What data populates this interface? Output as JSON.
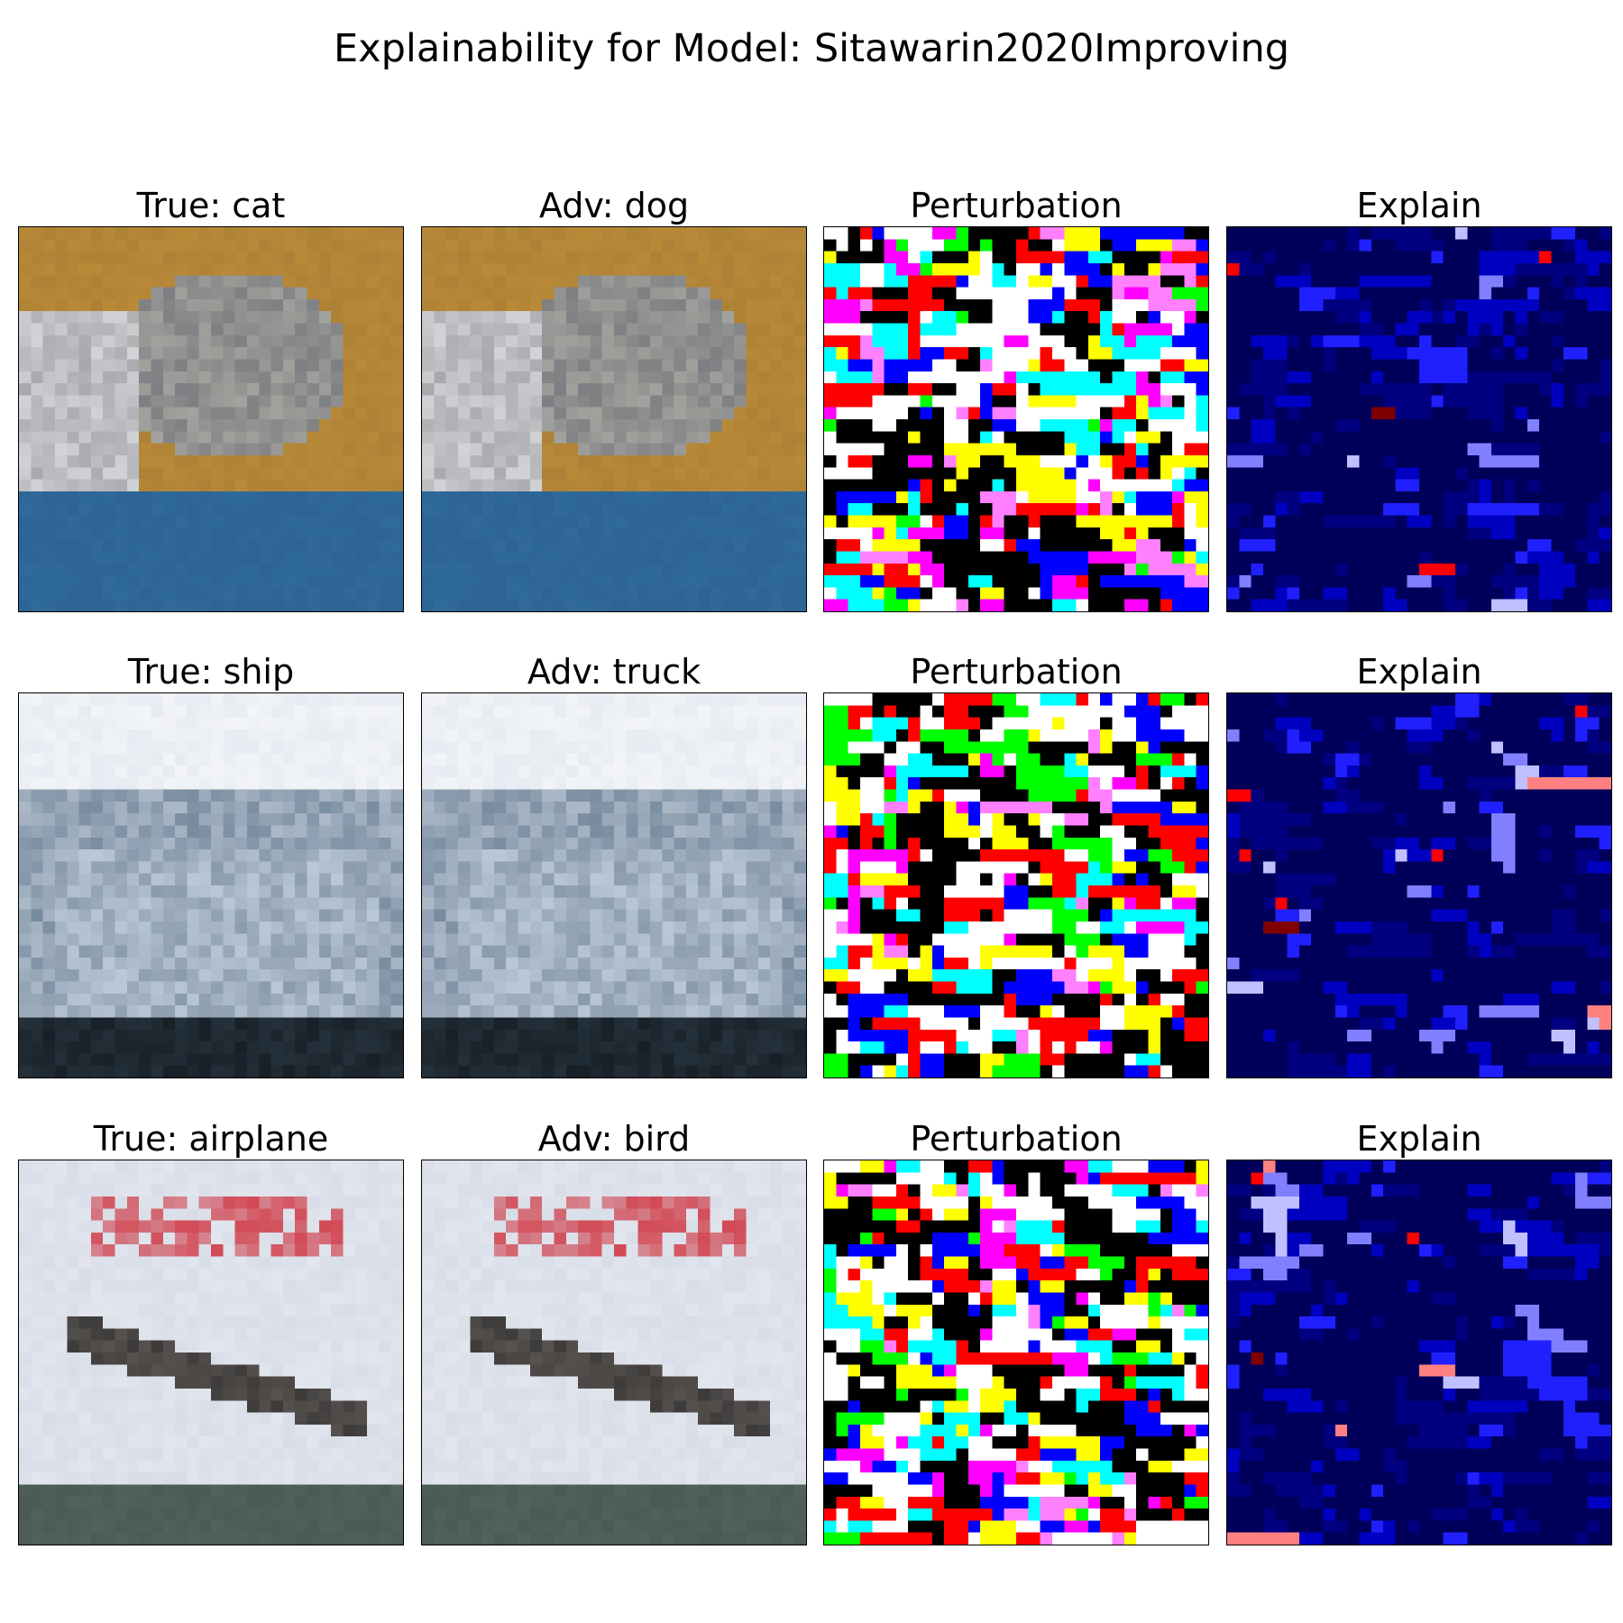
{
  "figure": {
    "title": "Explainability for Model: Sitawarin2020Improving"
  },
  "columns": {
    "perturbation": "Perturbation",
    "explain": "Explain"
  },
  "rows": [
    {
      "true_label": "True: cat",
      "adv_label": "Adv: dog",
      "scene": "cat",
      "palette": {
        "bg": "#b88a38",
        "bottom": "#2f6a9a",
        "subject": "#7d7f82",
        "highlight": "#e8e2d0"
      }
    },
    {
      "true_label": "True: ship",
      "adv_label": "Adv: truck",
      "scene": "ship",
      "palette": {
        "bg": "#dfe6ef",
        "bottom": "#24303a",
        "subject": "#b9c7d6",
        "highlight": "#f2f4f7"
      }
    },
    {
      "true_label": "True: airplane",
      "adv_label": "Adv: bird",
      "scene": "airplane",
      "palette": {
        "bg": "#d9dde7",
        "bottom": "#4a5a55",
        "subject": "#3d3b3a",
        "highlight": "#d24a55"
      }
    }
  ],
  "colormaps": {
    "perturbation": [
      "#000000",
      "#ffffff",
      "#ff0000",
      "#00ffff",
      "#0000ff",
      "#ffff00",
      "#ff00ff",
      "#00ff00",
      "#ff80ff"
    ],
    "explain": [
      "#00005a",
      "#000080",
      "#0000c0",
      "#2020ff",
      "#8080ff",
      "#c0c0ff",
      "#ff8080",
      "#ff0000",
      "#800000"
    ]
  }
}
